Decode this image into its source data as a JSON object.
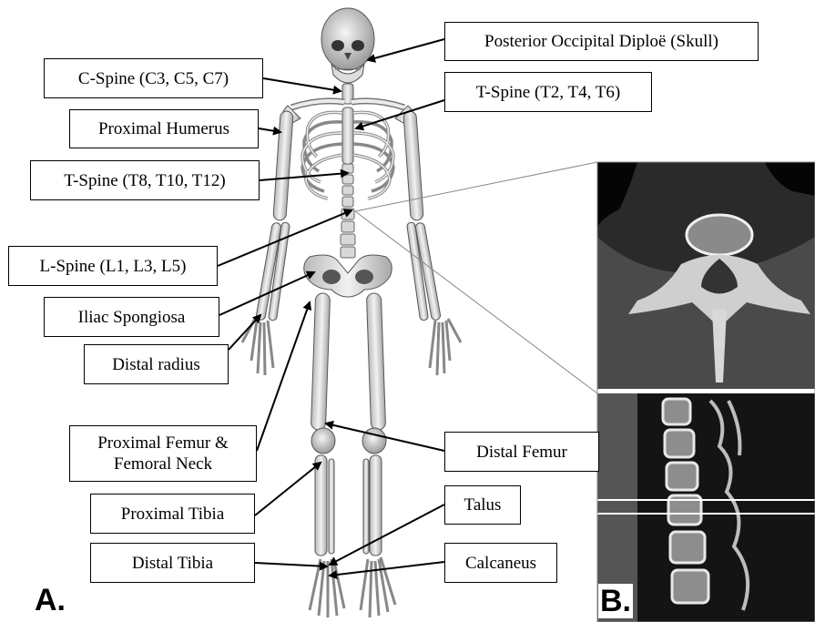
{
  "labels": {
    "posterior_occipital": "Posterior Occipital Diploë (Skull)",
    "c_spine": "C-Spine (C3, C5, C7)",
    "t_spine_upper": "T-Spine (T2, T4, T6)",
    "proximal_humerus": "Proximal Humerus",
    "t_spine_lower": "T-Spine (T8, T10, T12)",
    "l_spine": "L-Spine (L1, L3, L5)",
    "iliac_spongiosa": "Iliac Spongiosa",
    "distal_radius": "Distal radius",
    "proximal_femur_line1": "Proximal Femur &",
    "proximal_femur_line2": "Femoral Neck",
    "distal_femur": "Distal Femur",
    "proximal_tibia": "Proximal Tibia",
    "talus": "Talus",
    "distal_tibia": "Distal Tibia",
    "calcaneus": "Calcaneus"
  },
  "panels": {
    "a": "A.",
    "b": "B."
  }
}
